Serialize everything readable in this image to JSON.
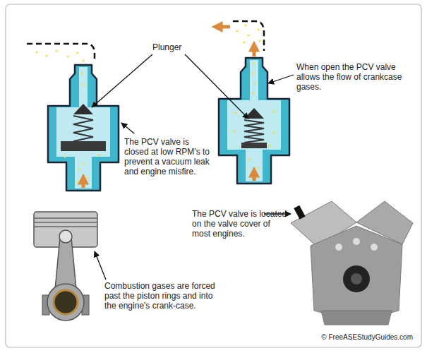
{
  "diagram": {
    "labels": [
      "Plunger",
      "When open the PCV valve allows the flow of crankcase gases.",
      "The PCV valve is closed at low RPM's to prevent a vacuum leak and engine misfire.",
      "The PCV valve is located on the valve cover of most engines.",
      "Combustion gases are forced past the piston rings and into the engine's crank-case.",
      "© FreeASEStudyGuides.com"
    ]
  }
}
